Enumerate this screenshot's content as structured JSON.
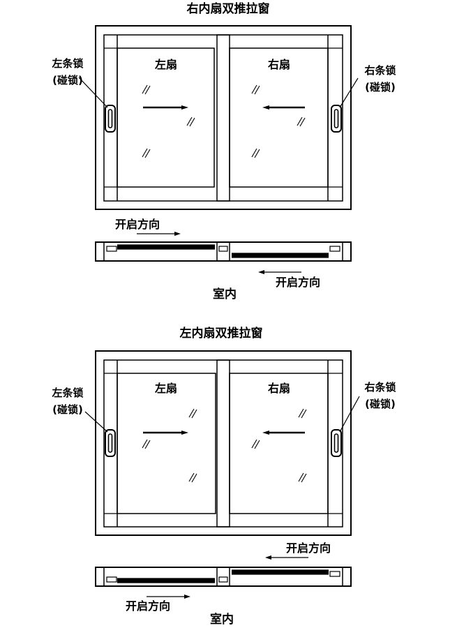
{
  "diagrams": [
    {
      "title": "右内扇双推拉窗",
      "left_sash": "左扇",
      "right_sash": "右扇",
      "left_lock": "左条锁",
      "left_lock_alt": "(碰锁)",
      "right_lock": "右条锁",
      "right_lock_alt": "(碰锁)",
      "open_dir_top": "开启方向",
      "open_dir_bottom": "开启方向",
      "indoor": "室内"
    },
    {
      "title": "左内扇双推拉窗",
      "left_sash": "左扇",
      "right_sash": "右扇",
      "left_lock": "左条锁",
      "left_lock_alt": "(碰锁)",
      "right_lock": "右条锁",
      "right_lock_alt": "(碰锁)",
      "open_dir_top": "开启方向",
      "open_dir_bottom": "开启方向",
      "indoor": "室内"
    }
  ]
}
